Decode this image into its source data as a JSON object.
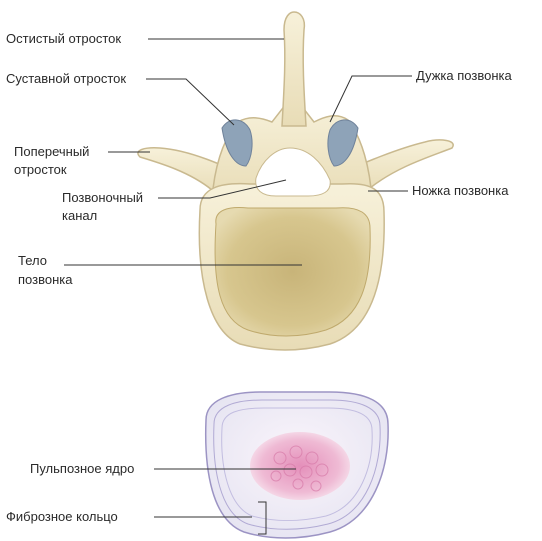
{
  "vertebra": {
    "spinous_process": "Остистый отросток",
    "articular_process": "Суставной отросток",
    "arch": "Дужка позвонка",
    "transverse_process_l1": "Поперечный",
    "transverse_process_l2": "отросток",
    "canal_l1": "Позвоночный",
    "canal_l2": "канал",
    "pedicle": "Ножка позвонка",
    "body_l1": "Тело",
    "body_l2": "позвонка"
  },
  "disc": {
    "nucleus": "Пульпозное ядро",
    "annulus": "Фиброзное кольцо"
  },
  "colors": {
    "bone_outline": "#c9b98f",
    "bone_fill": "#f3ecd0",
    "body_inner": "#d6c487",
    "cartilage": "#8ea3b8",
    "disc_fill": "#eeeef6",
    "disc_ring": "#9c94c4",
    "nucleus": "#e7a6c6"
  }
}
